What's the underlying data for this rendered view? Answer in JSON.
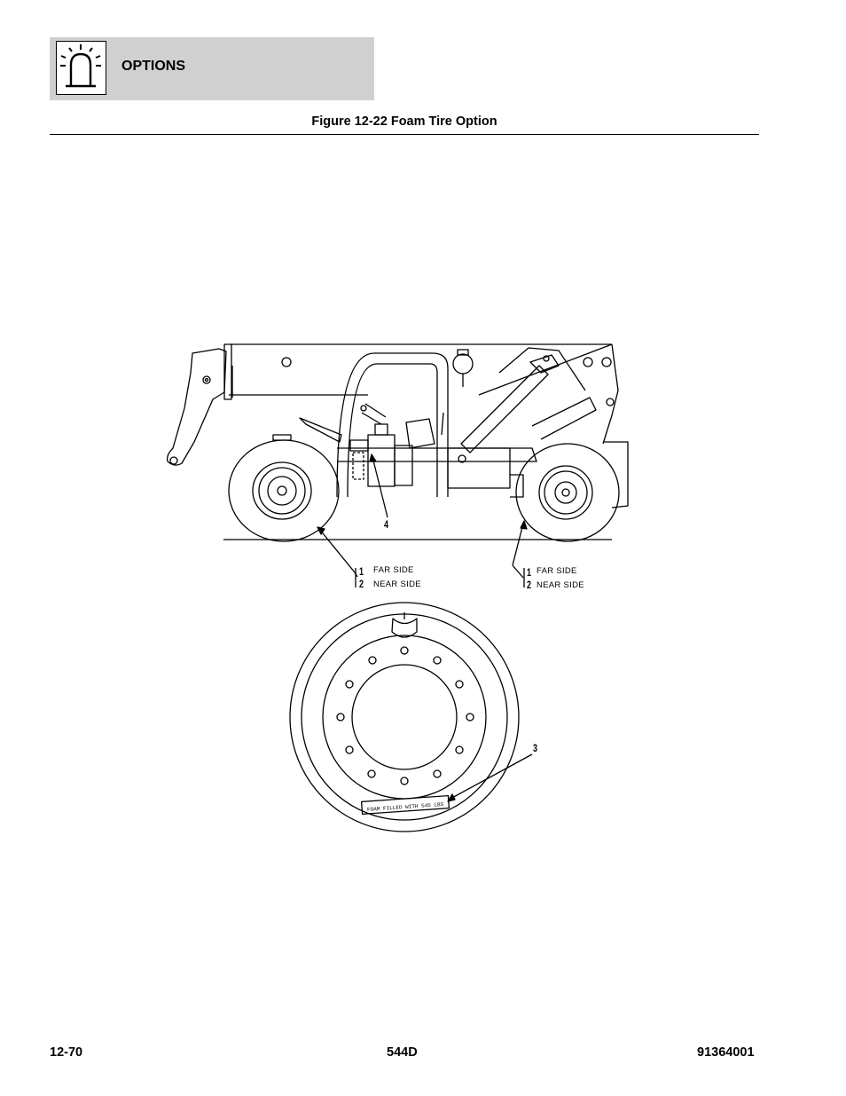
{
  "header": {
    "section_title": "OPTIONS",
    "icon": "options-light-icon"
  },
  "figure": {
    "title": "Figure 12-22 Foam Tire Option",
    "callouts": {
      "c1_left": "1",
      "c2_left": "2",
      "c1_right": "1",
      "c2_right": "2",
      "c3": "3",
      "c4": "4"
    },
    "notes": {
      "far_side_left": "FAR SIDE",
      "near_side_left": "NEAR SIDE",
      "far_side_right": "FAR SIDE",
      "near_side_right": "NEAR SIDE"
    },
    "decal_text": "FOAM FILLED WITH 545 LBS"
  },
  "footer": {
    "page_number": "12-70",
    "model": "544D",
    "doc_number": "91364001"
  }
}
